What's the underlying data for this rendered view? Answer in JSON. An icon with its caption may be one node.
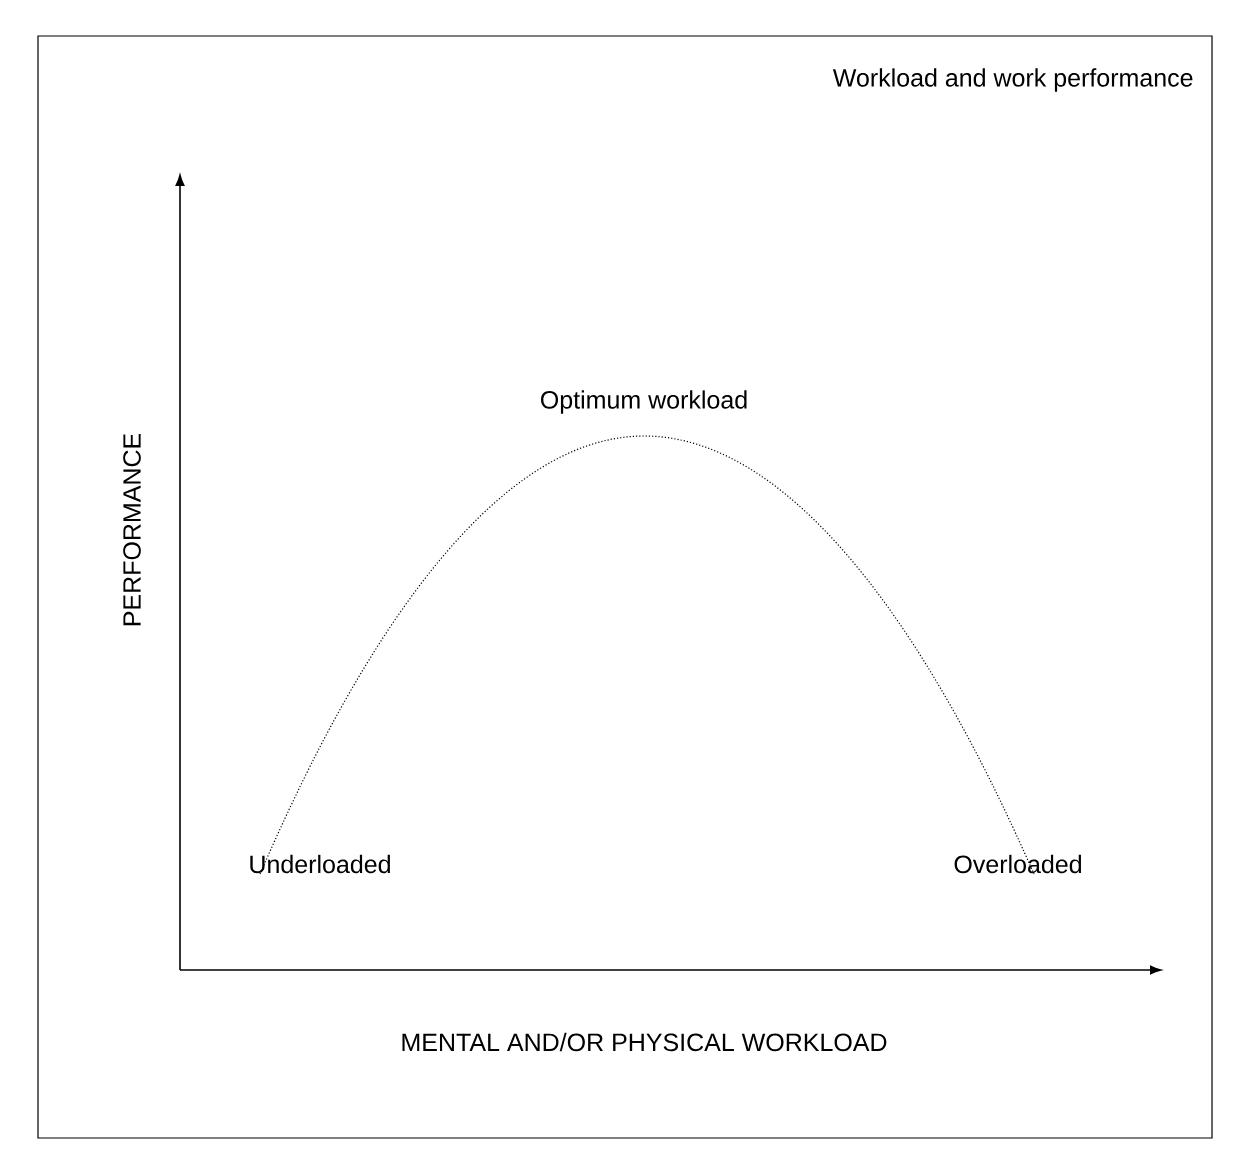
{
  "diagram": {
    "title": "Workload and work performance",
    "labels": [
      "PERFORMANCE",
      "Optimum workload",
      "Underloaded",
      "Overloaded",
      "MENTAL AND/OR PHYSICAL WORKLOAD"
    ]
  }
}
